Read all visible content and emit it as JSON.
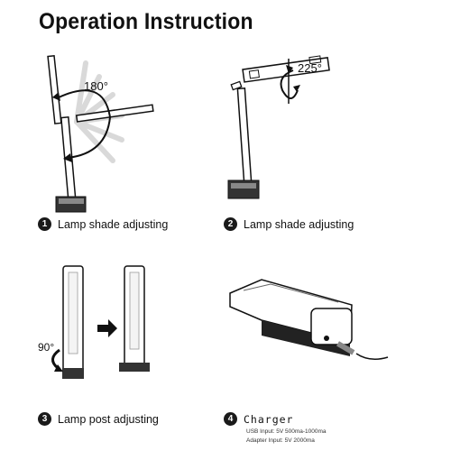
{
  "title": "Operation Instruction",
  "steps": [
    {
      "number": "1",
      "label": "Lamp shade adjusting",
      "angle": "180°"
    },
    {
      "number": "2",
      "label": "Lamp shade adjusting",
      "angle": "225°"
    },
    {
      "number": "3",
      "label": "Lamp post adjusting",
      "angle": "90°"
    },
    {
      "number": "4",
      "label": "Charger",
      "specs": [
        "USB Input:  5V 500ma-1000ma",
        "Adapter Input:  5V 2000ma"
      ]
    }
  ]
}
